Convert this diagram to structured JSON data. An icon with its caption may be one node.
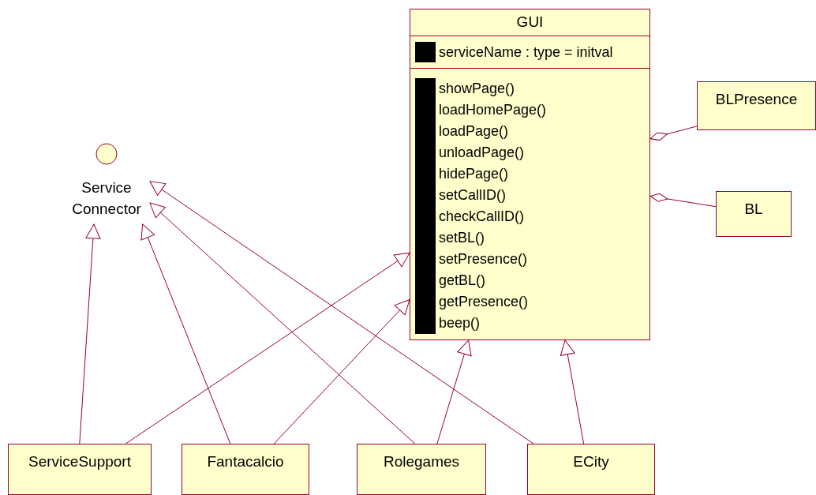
{
  "diagram": {
    "nodes": [
      {
        "text": [
          "GUI",
          "serviceName : type = initval",
          "showPage()",
          "loadHomePage()",
          "loadPage()",
          "unloadPage()",
          "hidePage()",
          "setCallID()",
          "checkCallID()",
          "setBL()",
          "setPresence()",
          "getBL()",
          "getPresence()",
          "beep()"
        ]
      },
      {
        "text": [
          "Service Connector"
        ]
      },
      {
        "text": [
          "BLPresence"
        ]
      },
      {
        "text": [
          "BL"
        ]
      },
      {
        "text": [
          "ServiceSupport"
        ]
      },
      {
        "text": [
          "Fantacalcio"
        ]
      },
      {
        "text": [
          "Rolegames"
        ]
      },
      {
        "text": [
          "ECity"
        ]
      }
    ],
    "edges": [
      {
        "from": 4,
        "to": 1,
        "arrow": "to"
      },
      {
        "from": 4,
        "to": 0,
        "arrow": "to"
      },
      {
        "from": 5,
        "to": 1,
        "arrow": "to"
      },
      {
        "from": 5,
        "to": 0,
        "arrow": "to"
      },
      {
        "from": 6,
        "to": 1,
        "arrow": "to"
      },
      {
        "from": 6,
        "to": 0,
        "arrow": "to"
      },
      {
        "from": 7,
        "to": 1,
        "arrow": "to"
      },
      {
        "from": 7,
        "to": 0,
        "arrow": "to"
      },
      {
        "from": 2,
        "to": 0,
        "arrow": "other"
      },
      {
        "from": 3,
        "to": 0,
        "arrow": "other"
      }
    ]
  }
}
